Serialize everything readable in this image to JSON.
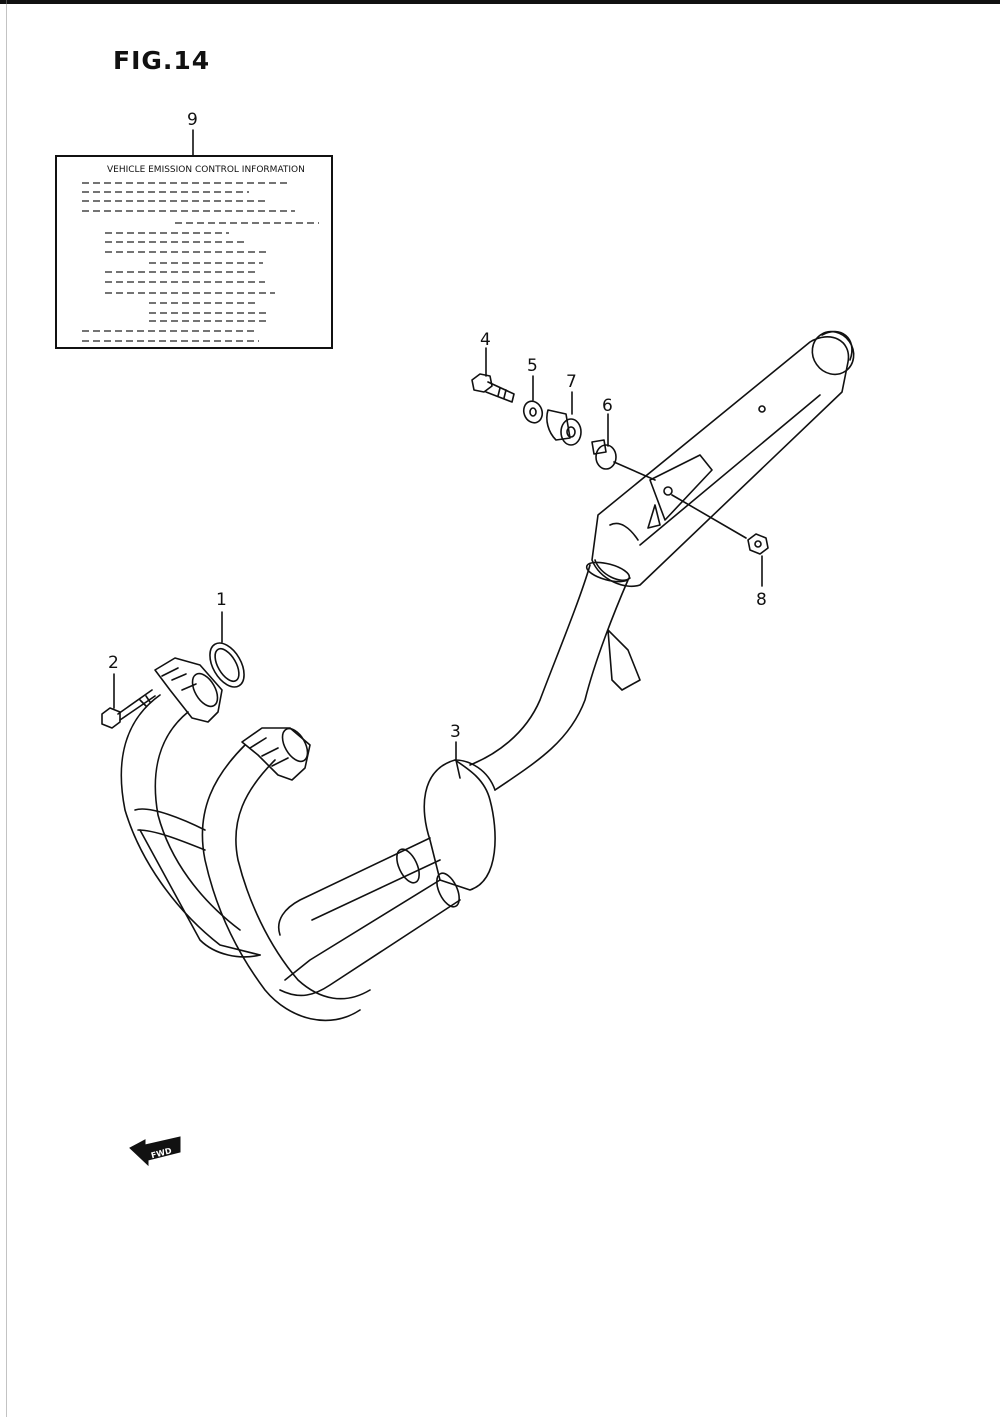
{
  "figure": {
    "title": "FIG.14"
  },
  "emission_label": {
    "title": "VEHICLE EMISSION CONTROL INFORMATION"
  },
  "callouts": [
    "1",
    "2",
    "3",
    "4",
    "5",
    "6",
    "7",
    "8",
    "9"
  ],
  "fwd_label": "FWD"
}
